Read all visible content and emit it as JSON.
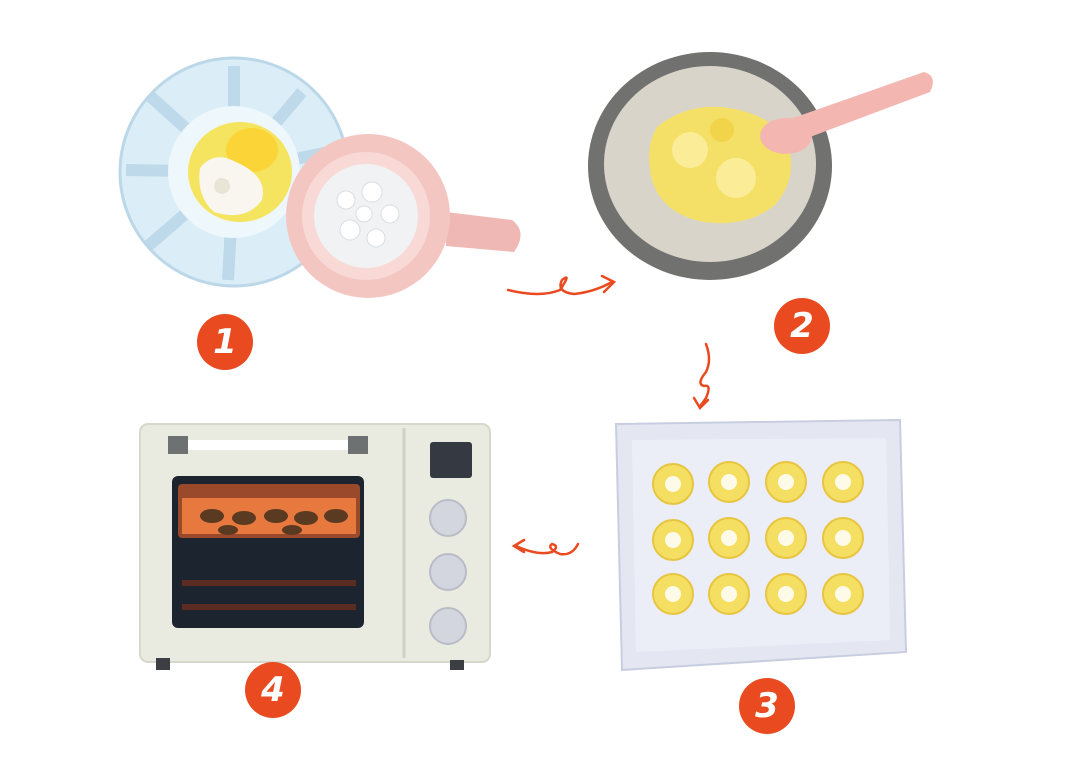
{
  "colors": {
    "accent": "#e94a1f",
    "plate": "#d6e9f2",
    "plate_rim": "#b9d7e6",
    "cup": "#f2c2bf",
    "bowl": "#6e6d6a",
    "dough": "#f6e26a",
    "spoon": "#f3b4b0",
    "tray": "#e2e5f1",
    "oven": "#e9ebe0",
    "oven_dark": "#1d2530",
    "oven_glow": "#e6763c"
  },
  "steps": [
    {
      "label": "1",
      "icon": "butter-sugar-plate-icon"
    },
    {
      "label": "2",
      "icon": "mixing-bowl-icon"
    },
    {
      "label": "3",
      "icon": "baking-tray-icon"
    },
    {
      "label": "4",
      "icon": "oven-icon"
    }
  ],
  "arrows": [
    "arrow-1-to-2-icon",
    "arrow-2-to-3-icon",
    "arrow-3-to-4-icon"
  ]
}
